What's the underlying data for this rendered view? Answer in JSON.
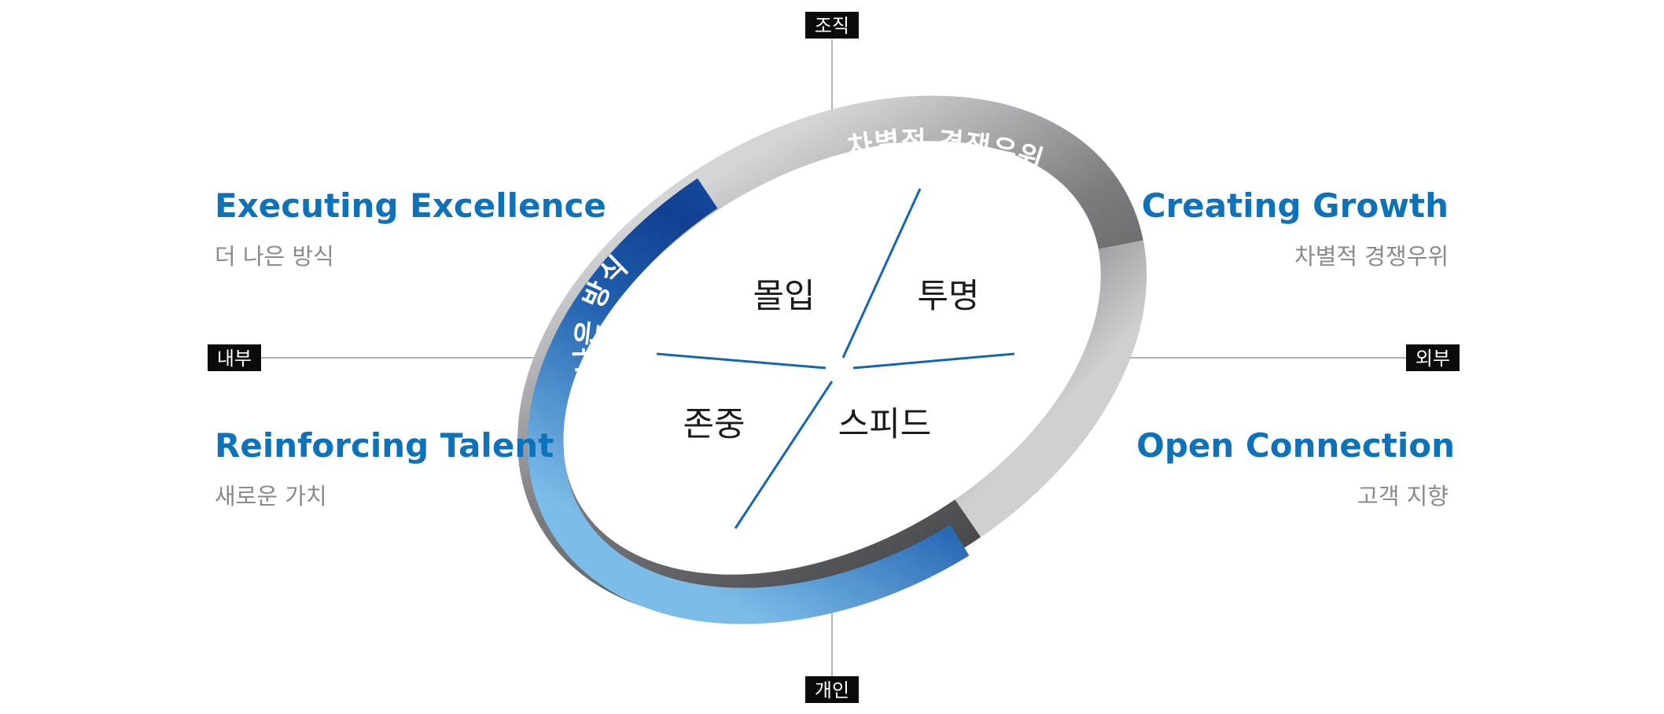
{
  "axes": {
    "top": "조직",
    "bottom": "개인",
    "left": "내부",
    "right": "외부"
  },
  "quadrants": {
    "top_left": {
      "title": "Executing Excellence",
      "subtitle": "더 나은 방식"
    },
    "top_right": {
      "title": "Creating Growth",
      "subtitle": "차별적 경쟁우위"
    },
    "bottom_left": {
      "title": "Reinforcing Talent",
      "subtitle": "새로운 가치"
    },
    "bottom_right": {
      "title": "Open Connection",
      "subtitle": "고객 지향"
    }
  },
  "ring": {
    "top": "차별적 경쟁우위",
    "left": "더 나은 방식",
    "right": "고객 지향",
    "bottom": "새로운 가치"
  },
  "center": {
    "top_left": "몰입",
    "top_right": "투명",
    "bottom_left": "존중",
    "bottom_right": "스피드"
  },
  "colors": {
    "title": "#0d72b9",
    "subtitle": "#8a8a8a",
    "dark_blue": "#144b9c",
    "light_blue": "#7cbce9",
    "gray_dark": "#4a4c50",
    "gray_light": "#d2d3d5",
    "divider": "#1565b0",
    "axis_line": "#b3b3b3",
    "axis_tag": "#0a0a0a"
  }
}
